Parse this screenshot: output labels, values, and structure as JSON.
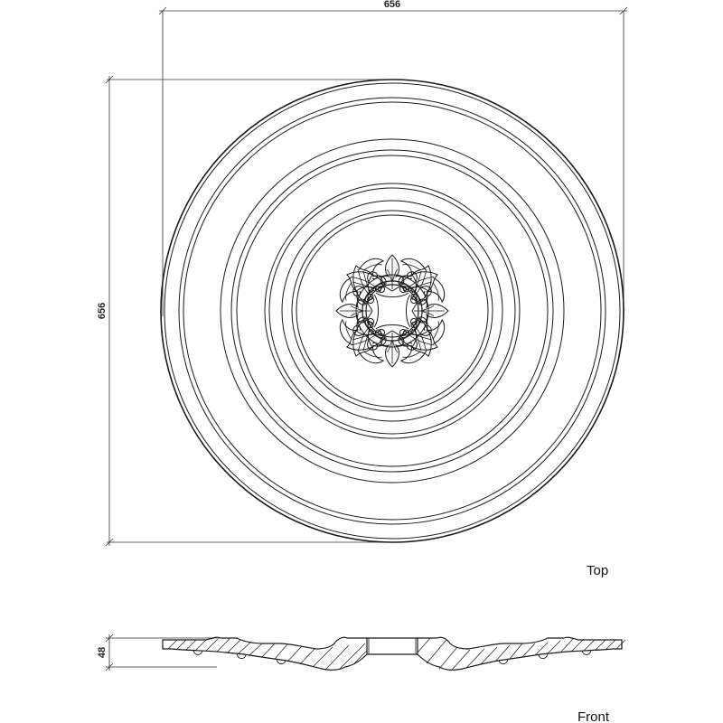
{
  "dimensions": {
    "width": "656",
    "height": "656",
    "thickness": "48"
  },
  "views": {
    "top": "Top",
    "front": "Front"
  },
  "colors": {
    "line": "#1a1a1a",
    "background": "#ffffff"
  }
}
